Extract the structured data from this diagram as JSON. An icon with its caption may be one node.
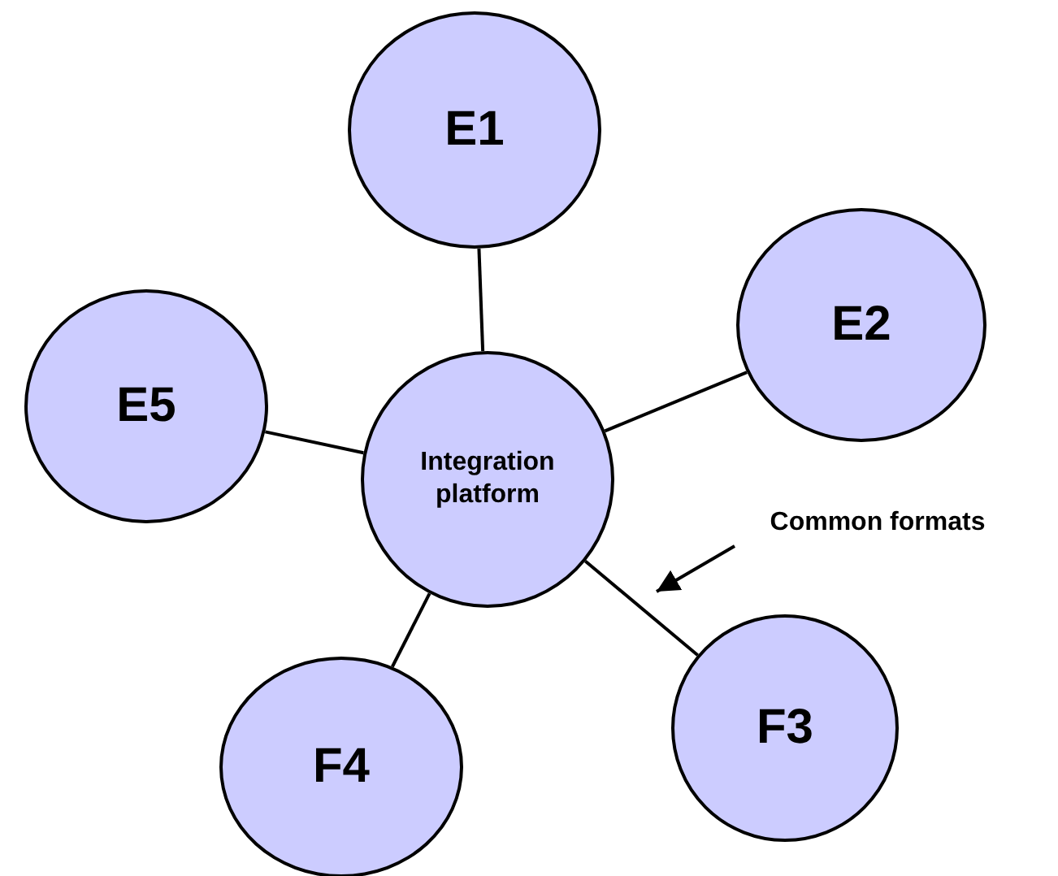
{
  "diagram": {
    "nodes": [
      {
        "text": [
          "E1"
        ]
      },
      {
        "text": [
          "E2"
        ]
      },
      {
        "text": [
          "E5"
        ]
      },
      {
        "text": [
          "Integration platform"
        ]
      },
      {
        "text": [
          "Common formats"
        ]
      },
      {
        "text": [
          "F3"
        ]
      },
      {
        "text": [
          "F4"
        ]
      }
    ],
    "edges": [
      {
        "from": 3,
        "to": 0,
        "arrow": "none"
      },
      {
        "from": 3,
        "to": 1,
        "arrow": "none"
      },
      {
        "from": 3,
        "to": 2,
        "arrow": "none"
      },
      {
        "from": 3,
        "to": 5,
        "arrow": "none"
      },
      {
        "from": 3,
        "to": 6,
        "arrow": "none"
      },
      {
        "from": 4,
        "to": 5,
        "arrow": "to"
      }
    ]
  }
}
